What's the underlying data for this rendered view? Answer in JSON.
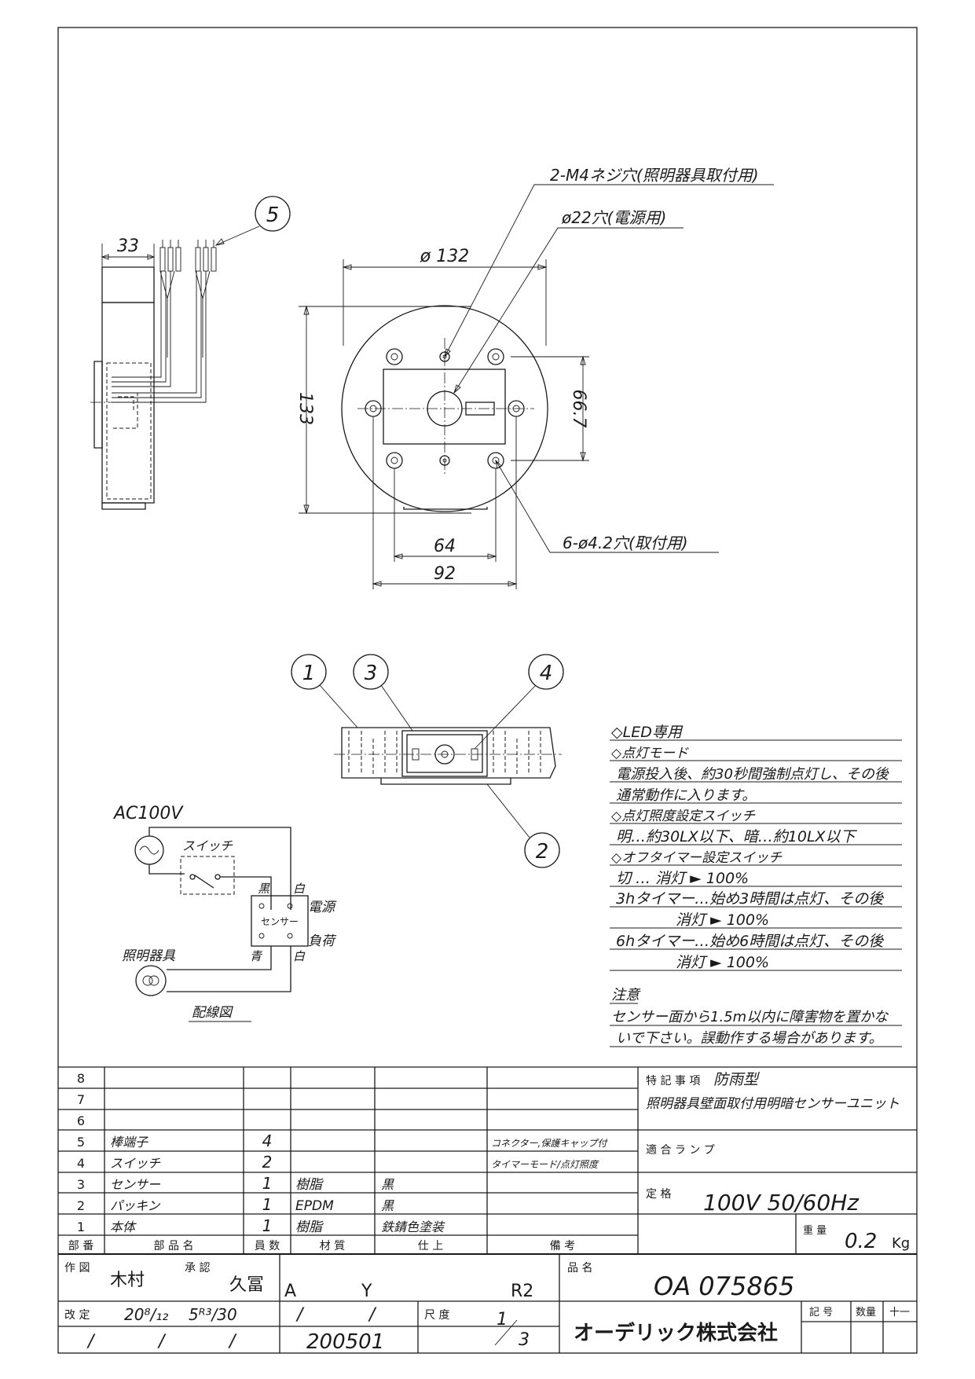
{
  "dims": {
    "depth": "33",
    "diameter": "ø 132",
    "height": "133",
    "pitch_v": "66.7",
    "pitch_64": "64",
    "pitch_92": "92"
  },
  "callouts": {
    "c1": "2-M4ネジ穴(照明器具取付用)",
    "c2": "ø22穴(電源用)",
    "c3": "6-ø4.2穴(取付用)"
  },
  "balloons": [
    "1",
    "2",
    "3",
    "4",
    "5"
  ],
  "notes": [
    "◇LED専用",
    "◇点灯モード",
    "電源投入後、約30秒間強制点灯し、その後",
    "通常動作に入ります。",
    "◇点灯照度設定スイッチ",
    "明…約30LX以下、暗…約10LX以下",
    "◇オフタイマー設定スイッチ",
    "切 … 消灯 ► 100%",
    "3hタイマー…始め3時間は点灯、その後",
    "消灯 ► 100%",
    "6hタイマー…始め6時間は点灯、その後",
    "消灯 ► 100%"
  ],
  "caution": {
    "title": "注意",
    "lines": [
      "センサー面から1.5m以内に障害物を置かな",
      "いで下さい。誤動作する場合があります。"
    ]
  },
  "wiring": {
    "source": "AC100V",
    "switch": "スイッチ",
    "black": "黒",
    "white1": "白",
    "power": "電源",
    "sensor": "センサー",
    "load": "負荷",
    "blue": "青",
    "white2": "白",
    "fixture": "照明器具",
    "caption": "配線図"
  },
  "parts_table": {
    "header": [
      "部 番",
      "部 品 名",
      "員 数",
      "材 質",
      "仕 上",
      "備 考"
    ],
    "rows": [
      {
        "no": "8",
        "name": "",
        "qty": "",
        "mat": "",
        "fin": "",
        "rem": ""
      },
      {
        "no": "7",
        "name": "",
        "qty": "",
        "mat": "",
        "fin": "",
        "rem": ""
      },
      {
        "no": "6",
        "name": "",
        "qty": "",
        "mat": "",
        "fin": "",
        "rem": ""
      },
      {
        "no": "5",
        "name": "棒端子",
        "qty": "4",
        "mat": "",
        "fin": "",
        "rem": "コネクター,保護キャップ付"
      },
      {
        "no": "4",
        "name": "スイッチ",
        "qty": "2",
        "mat": "",
        "fin": "",
        "rem": "タイマーモード/点灯照度"
      },
      {
        "no": "3",
        "name": "センサー",
        "qty": "1",
        "mat": "樹脂",
        "fin": "黒",
        "rem": ""
      },
      {
        "no": "2",
        "name": "パッキン",
        "qty": "1",
        "mat": "EPDM",
        "fin": "黒",
        "rem": ""
      },
      {
        "no": "1",
        "name": "本体",
        "qty": "1",
        "mat": "樹脂",
        "fin": "鉄錆色塗装",
        "rem": ""
      }
    ]
  },
  "spec": {
    "label_special": "特 記 事 項",
    "special_1": "防雨型",
    "special_2": "照明器具壁面取付用明暗センサーユニット",
    "label_lamp": "適 合 ラ ン プ",
    "label_rating": "定 格",
    "rating": "100V 50/60Hz",
    "label_weight": "重 量",
    "weight": "0.2",
    "weight_unit": "Kg"
  },
  "title_block": {
    "label_draw": "作 図",
    "drawer": "木村",
    "label_approve": "承 認",
    "approver": "久冨",
    "code_a": "A",
    "code_y": "Y",
    "rev": "R2",
    "label_name": "品 名",
    "product_no": "OA 075865",
    "label_rev": "改 定",
    "rev_date1": "20⁸/₁₂",
    "rev_date2": "5ᴿ³/30",
    "slash": "/",
    "label_scale": "尺 度",
    "scale_num": "1",
    "scale_den": "3",
    "serial": "200501",
    "company": "オーデリック株式会社",
    "label_sym": "記 号",
    "label_qty": "数量",
    "label_misc": "十一"
  }
}
